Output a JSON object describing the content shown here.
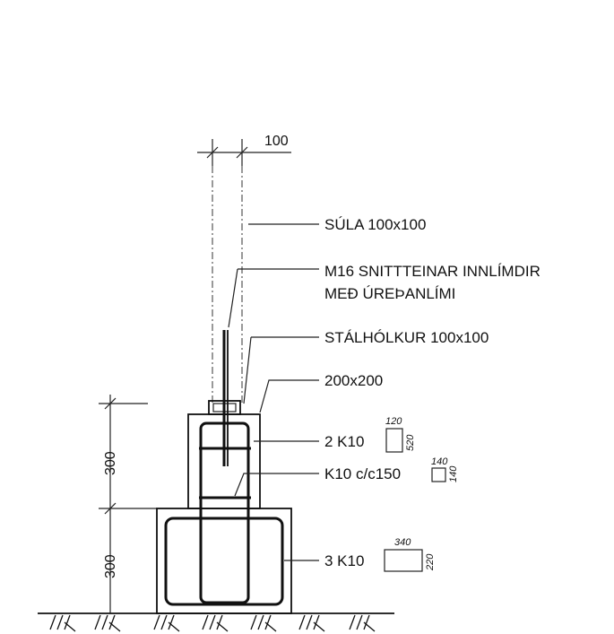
{
  "dimensions": {
    "top_width": "100",
    "upper_height": "300",
    "lower_height": "300"
  },
  "labels": {
    "column": "SÚLA 100x100",
    "bolts_line1": "M16 SNITTTEINAR INNLÍMDIR",
    "bolts_line2": "MEÐ ÚREÞANLÍMI",
    "steel_sleeve": "STÁLHÓLKUR 100x100",
    "pedestal": "200x200",
    "stirrups_upper": "2 K10",
    "links": "K10 c/c150",
    "stirrups_lower": "3 K10"
  },
  "bar_shapes": {
    "upper": {
      "top": "120",
      "side": "520"
    },
    "links": {
      "top": "140",
      "side": "140"
    },
    "lower": {
      "top": "340",
      "side": "220"
    }
  }
}
